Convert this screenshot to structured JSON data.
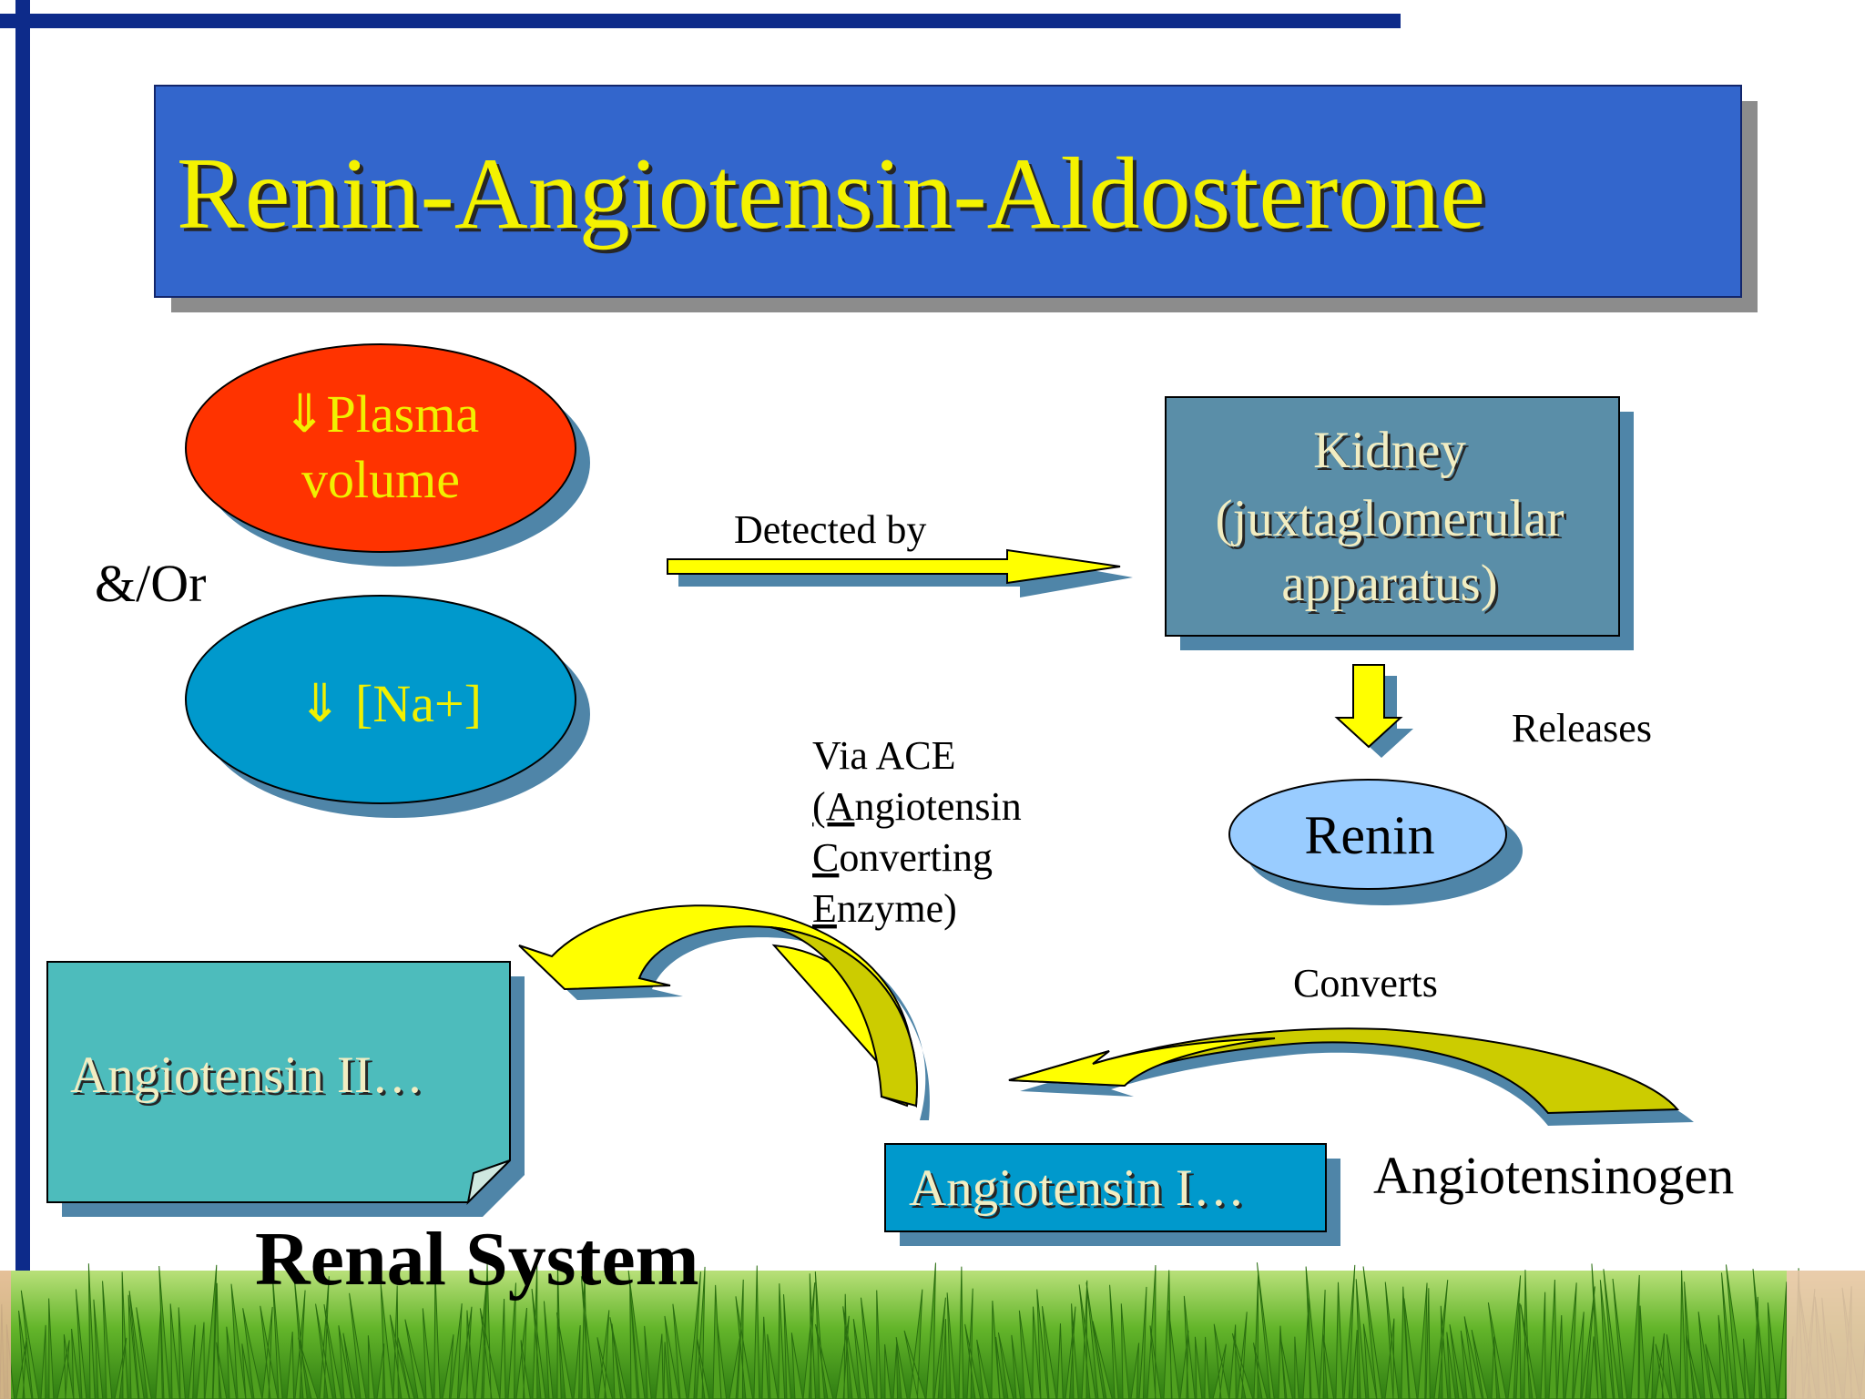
{
  "title": "Renin-Angiotensin-Aldosterone",
  "nodes": {
    "plasma_line1": "⇓Plasma",
    "plasma_line2": "volume",
    "sodium": "⇓ [Na+]",
    "kidney_line1": "Kidney",
    "kidney_line2": "(juxtaglomerular",
    "kidney_line3": "apparatus)",
    "renin": "Renin",
    "angiotensin_ii": "Angiotensin II…",
    "angiotensin_i": "Angiotensin I…",
    "angiotensinogen": "Angiotensinogen"
  },
  "labels": {
    "and_or": "&/Or",
    "detected_by": "Detected by",
    "releases": "Releases",
    "converts": "Converts",
    "via_ace_line1": "Via ACE",
    "via_ace_line2_u": "(A",
    "via_ace_line2_rest": "ngiotensin",
    "via_ace_line3_u": "C",
    "via_ace_line3_rest": "onverting",
    "via_ace_line4_u": "E",
    "via_ace_line4_rest": "nzyme)"
  },
  "footer": "Renal System",
  "colors": {
    "title_bg": "#3366cc",
    "title_text": "#f4f200",
    "plasma": "#ff3300",
    "sodium": "#0099cc",
    "kidney": "#5a8ea8",
    "renin": "#99ccff",
    "angiotensin_ii": "#4dbcbc",
    "angiotensin_i": "#0099cc",
    "arrow_yellow": "#ffff00",
    "arrow_olive": "#cccc00",
    "shadow": "#4f85a8",
    "frame": "#0d2b8a"
  }
}
